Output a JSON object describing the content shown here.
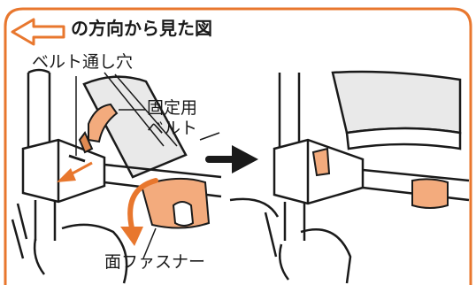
{
  "header": {
    "title": "の方向から見た図",
    "arrow_icon": "left-arrow-outline-icon"
  },
  "labels": {
    "belt_hole": "ベルト通し穴",
    "fixing_belt_line1": "固定用",
    "fixing_belt_line2": "ベルト",
    "hook_and_loop": "面ファスナー"
  },
  "icons": {
    "transition": "right-arrow-icon",
    "rotation": "curved-down-arrow-icon",
    "pull": "diagonal-down-left-arrow-icon"
  },
  "colors": {
    "frame_orange": "#e8772e",
    "belt_peach": "#f3ab7d",
    "belt_dark": "#e08a52",
    "line": "#1a1a1a"
  }
}
